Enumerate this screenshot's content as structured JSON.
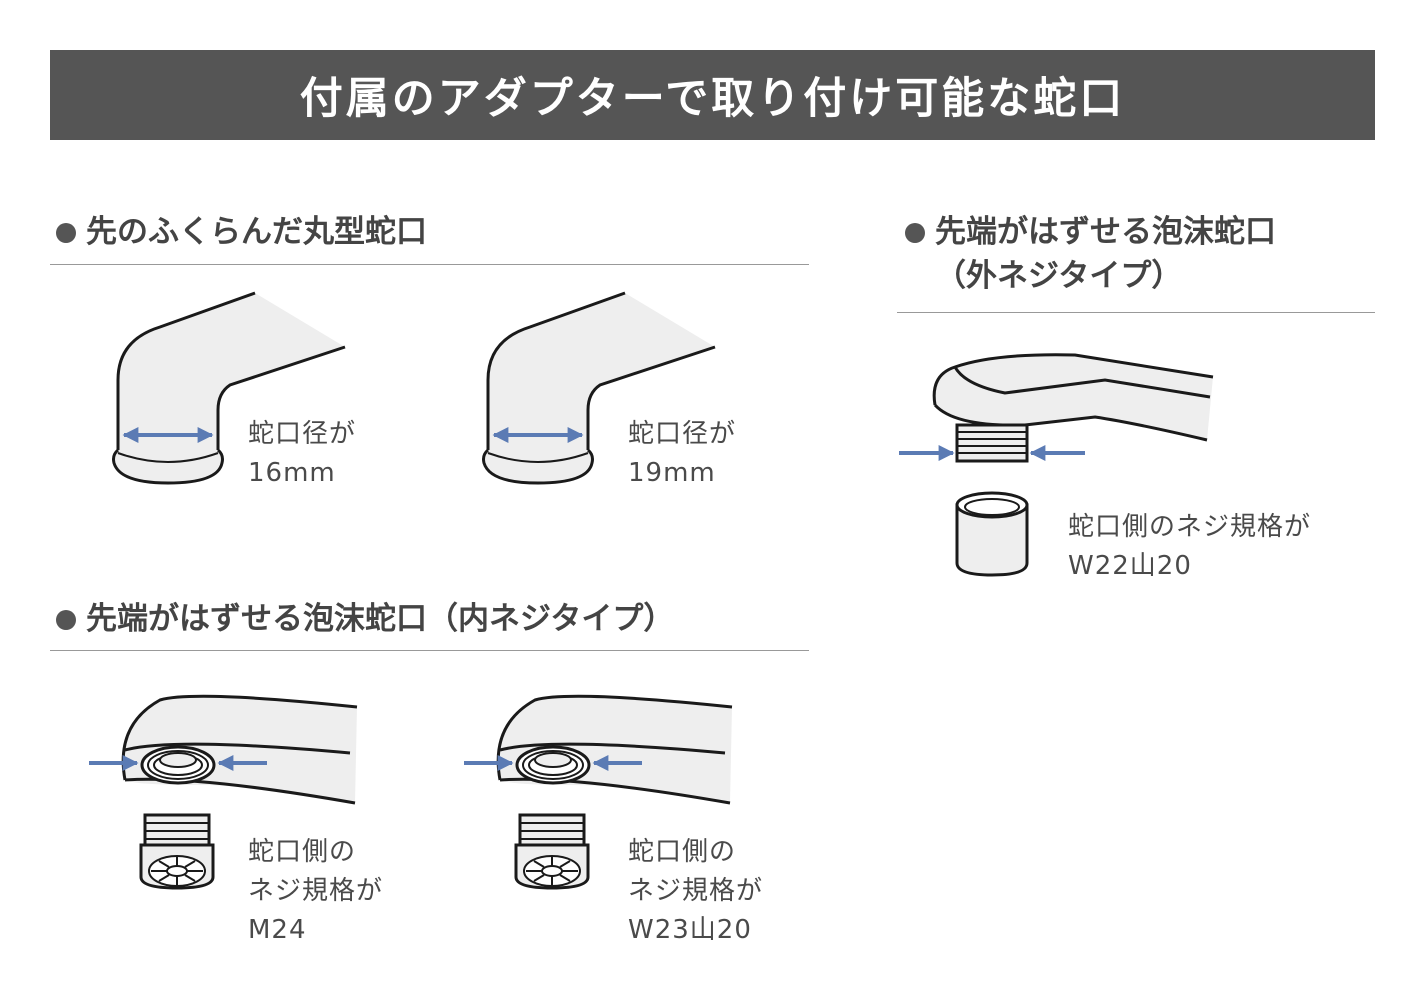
{
  "title": "付属のアダプターで取り付け可能な蛇口",
  "colors": {
    "banner": "#555555",
    "arrow": "#5b7bb4",
    "fill": "#eeeeee",
    "stroke": "#1a1a1a"
  },
  "sections": {
    "round": {
      "heading": "先のふくらんだ丸型蛇口",
      "items": [
        {
          "lines": [
            "蛇口径が",
            "16mm"
          ]
        },
        {
          "lines": [
            "蛇口径が",
            "19mm"
          ]
        }
      ]
    },
    "inner": {
      "heading": "先端がはずせる泡沫蛇口（内ネジタイプ）",
      "items": [
        {
          "lines": [
            "蛇口側の",
            "ネジ規格が",
            "M24"
          ]
        },
        {
          "lines": [
            "蛇口側の",
            "ネジ規格が",
            "W23山20"
          ]
        }
      ]
    },
    "outer": {
      "heading_lines": [
        "先端がはずせる泡沫蛇口",
        "（外ネジタイプ）"
      ],
      "caption_lines": [
        "蛇口側のネジ規格が",
        "W22山20"
      ]
    }
  }
}
